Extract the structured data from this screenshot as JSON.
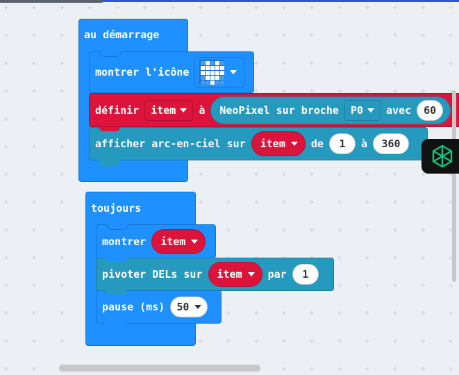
{
  "workspace": {
    "on_start": {
      "title": "au démarrage",
      "show_icon": {
        "label": "montrer l'icône",
        "icon_name": "heart-grid-icon"
      },
      "set_var": {
        "label": "définir",
        "var": "item",
        "to": "à",
        "neopixel": {
          "label": "NeoPixel sur broche",
          "pin": "P0",
          "with": "avec",
          "count": "60"
        }
      },
      "rainbow": {
        "label": "afficher arc-en-ciel sur",
        "var": "item",
        "from": "de",
        "start": "1",
        "to": "à",
        "end": "360"
      }
    },
    "forever": {
      "title": "toujours",
      "show": {
        "label": "montrer",
        "var": "item"
      },
      "rotate": {
        "label": "pivoter DELs sur",
        "var": "item",
        "by": "par",
        "amount": "1"
      },
      "pause": {
        "label": "pause (ms)",
        "value": "50"
      }
    }
  },
  "colors": {
    "basic": "#1e90ff",
    "variables": "#dc143c",
    "neopixel": "#2699bf",
    "workspace": "#ecf0f4"
  }
}
